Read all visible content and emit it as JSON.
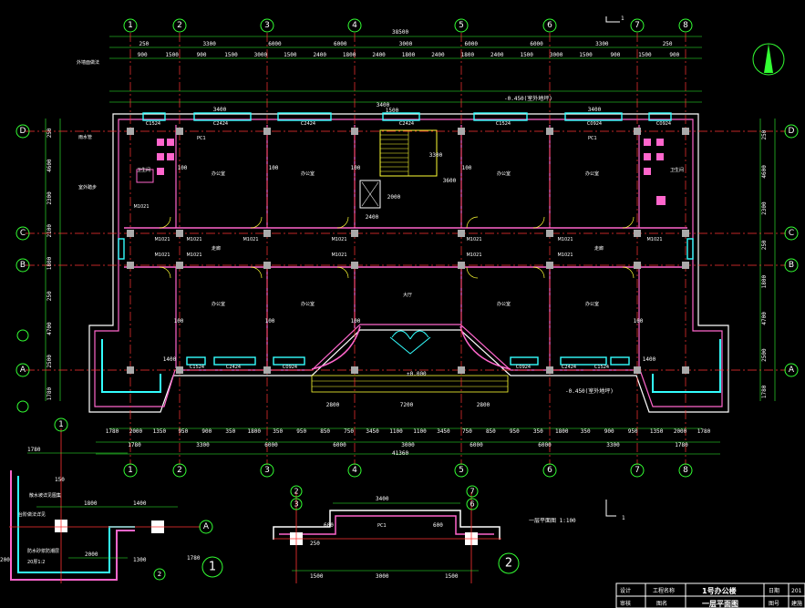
{
  "colors": {
    "background": "#000000",
    "axis_line": "#ff3333",
    "axis_bubble": "#33ff33",
    "dimension": "#33ff33",
    "wall": "#ffffff",
    "partition": "#ff66cc",
    "window": "#33ffff",
    "stair": "#ffff33"
  },
  "axes_x": [
    "1",
    "2",
    "3",
    "4",
    "5",
    "6",
    "7",
    "8"
  ],
  "axes_y": [
    "D",
    "C",
    "B",
    "A"
  ],
  "plan": {
    "top_total": "38500",
    "top_row1": [
      "250",
      "3300",
      "6000",
      "6000",
      "3000",
      "6000",
      "6000",
      "3300",
      "250"
    ],
    "top_row2": [
      "900",
      "1500",
      "900",
      "1500",
      "3000",
      "1500",
      "2400",
      "1800",
      "2400",
      "1800",
      "2400",
      "1800",
      "2400",
      "1500",
      "3000",
      "1500",
      "900",
      "1500",
      "900"
    ],
    "bottom_row1": [
      "1780",
      "2000",
      "1350",
      "950",
      "900",
      "350",
      "1800",
      "350",
      "950",
      "850",
      "750",
      "3450",
      "1100",
      "1100",
      "3450",
      "750",
      "850",
      "950",
      "350",
      "1800",
      "350",
      "900",
      "950",
      "1350",
      "2000",
      "1780"
    ],
    "bottom_row2": [
      "1780",
      "3300",
      "6000",
      "6000",
      "3000",
      "6000",
      "6000",
      "3300",
      "1780"
    ],
    "bottom_total": "41360",
    "left_dims": [
      "250",
      "4600",
      "2300",
      "2100",
      "1800",
      "250",
      "4700",
      "2500",
      "1780"
    ],
    "right_dims": [
      "250",
      "4600",
      "2300",
      "250",
      "1800",
      "4700",
      "2500",
      "1780"
    ],
    "elev_top": "-0.450(室外地坪)",
    "elev_bottom": "-0.450(室外地坪)",
    "elev_hall": "±0.000",
    "stair_dims": [
      "1500",
      "3300",
      "2400",
      "2000",
      "3600"
    ],
    "canopy_dims": [
      "2800",
      "7200",
      "2800"
    ],
    "window_tags": [
      "C1524",
      "C2424",
      "C2424",
      "C2424",
      "C1524",
      "C0924",
      "C0924",
      "C1524",
      "C2424",
      "C0924",
      "C0924",
      "C2424",
      "C1524"
    ],
    "door_tags": [
      "M1021",
      "M1021",
      "M1021",
      "M1021",
      "M1021",
      "M1021",
      "M1021",
      "M1021",
      "M1021",
      "M1021",
      "M1021",
      "M1021",
      "M1021"
    ],
    "pc_tags": [
      "PC1",
      "PC1"
    ],
    "room_names": [
      "办公室",
      "办公室",
      "办公室",
      "办公室",
      "办公室",
      "办公室",
      "办公室",
      "办公室",
      "走廊",
      "走廊",
      "大厅",
      "卫生间",
      "卫生间"
    ],
    "left_notes": [
      "外墙面做法",
      "雨水管",
      "室外踏步"
    ],
    "detail_ref": "1",
    "section_mark": "1",
    "drawing_caption": "一层平面图 1:100",
    "grid_values": [
      "1400",
      "1400",
      "3400",
      "3400",
      "3400"
    ],
    "misc_dims": [
      "100",
      "100",
      "100",
      "100",
      "100",
      "100",
      "100",
      "100"
    ]
  },
  "detail1": {
    "dims": [
      "1780",
      "150",
      "1800",
      "1400",
      "2000",
      "1300",
      "200",
      "1780"
    ],
    "notes": [
      "散水坡详见图集",
      "台阶做法详见",
      "防水砂浆防潮层",
      "20厚1:2"
    ],
    "axes": [
      "1",
      "A"
    ],
    "circle": "1",
    "small_circle": "2"
  },
  "detail2": {
    "top_dim": "3400",
    "bottom_dims": [
      "1500",
      "3000",
      "1500"
    ],
    "side_dims": [
      "600",
      "250",
      "600"
    ],
    "label": "PC1",
    "axes": [
      "2",
      "3",
      "7",
      "6"
    ],
    "circle": "2"
  },
  "title_block": {
    "project_label": "工程名称",
    "project_value": "1号办公楼",
    "drawing_label": "图名",
    "drawing_value": "一层平面图",
    "design": "设计",
    "review": "审核",
    "date_label": "日期",
    "date_value": "201",
    "number_label": "图号",
    "number_value": "建施"
  }
}
